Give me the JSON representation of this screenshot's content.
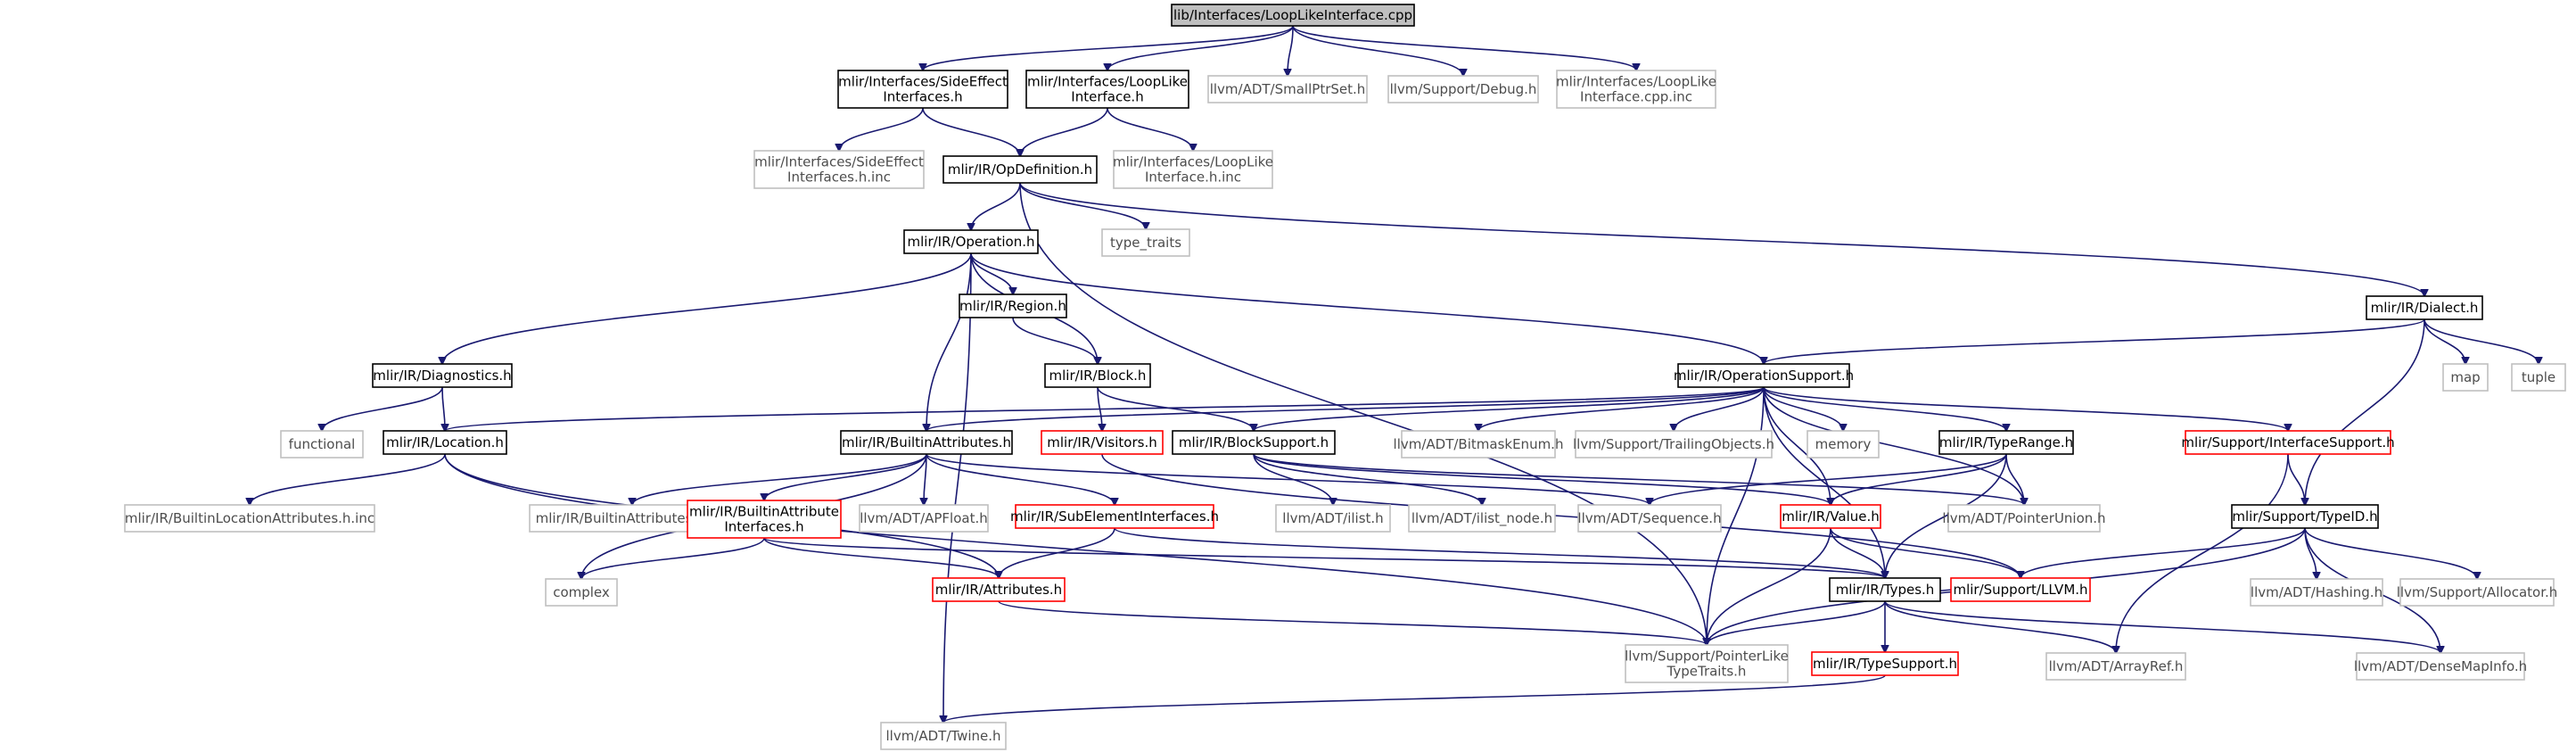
{
  "colors": {
    "edge": "#191970",
    "header_fill": "#bfbfbf",
    "normal_border": "#000000",
    "doc_border": "#ff0000",
    "external_border": "#bfbfbf",
    "normal_text": "#000000",
    "external_text": "#4d4d4d"
  },
  "nodes": [
    {
      "id": "root",
      "lines": [
        "lib/Interfaces/LoopLikeInterface.cpp"
      ],
      "kind": "header"
    },
    {
      "id": "se_h",
      "lines": [
        "mlir/Interfaces/SideEffect",
        "Interfaces.h"
      ],
      "kind": "normal"
    },
    {
      "id": "ll_h",
      "lines": [
        "mlir/Interfaces/LoopLike",
        "Interface.h"
      ],
      "kind": "normal"
    },
    {
      "id": "smallptr",
      "lines": [
        "llvm/ADT/SmallPtrSet.h"
      ],
      "kind": "external"
    },
    {
      "id": "debug",
      "lines": [
        "llvm/Support/Debug.h"
      ],
      "kind": "external"
    },
    {
      "id": "ll_inc",
      "lines": [
        "mlir/Interfaces/LoopLike",
        "Interface.cpp.inc"
      ],
      "kind": "external"
    },
    {
      "id": "se_inc",
      "lines": [
        "mlir/Interfaces/SideEffect",
        "Interfaces.h.inc"
      ],
      "kind": "external"
    },
    {
      "id": "opdef",
      "lines": [
        "mlir/IR/OpDefinition.h"
      ],
      "kind": "normal"
    },
    {
      "id": "llh_inc",
      "lines": [
        "mlir/Interfaces/LoopLike",
        "Interface.h.inc"
      ],
      "kind": "external"
    },
    {
      "id": "type_traits",
      "lines": [
        "type_traits"
      ],
      "kind": "external"
    },
    {
      "id": "operation",
      "lines": [
        "mlir/IR/Operation.h"
      ],
      "kind": "normal"
    },
    {
      "id": "region",
      "lines": [
        "mlir/IR/Region.h"
      ],
      "kind": "normal"
    },
    {
      "id": "dialect",
      "lines": [
        "mlir/IR/Dialect.h"
      ],
      "kind": "normal"
    },
    {
      "id": "diagnostics",
      "lines": [
        "mlir/IR/Diagnostics.h"
      ],
      "kind": "normal"
    },
    {
      "id": "block",
      "lines": [
        "mlir/IR/Block.h"
      ],
      "kind": "normal"
    },
    {
      "id": "opsupport",
      "lines": [
        "mlir/IR/OperationSupport.h"
      ],
      "kind": "normal"
    },
    {
      "id": "map",
      "lines": [
        "map"
      ],
      "kind": "external"
    },
    {
      "id": "tuple",
      "lines": [
        "tuple"
      ],
      "kind": "external"
    },
    {
      "id": "functional",
      "lines": [
        "functional"
      ],
      "kind": "external"
    },
    {
      "id": "location",
      "lines": [
        "mlir/IR/Location.h"
      ],
      "kind": "normal"
    },
    {
      "id": "builtinattr",
      "lines": [
        "mlir/IR/BuiltinAttributes.h"
      ],
      "kind": "normal"
    },
    {
      "id": "visitors",
      "lines": [
        "mlir/IR/Visitors.h"
      ],
      "kind": "doc"
    },
    {
      "id": "blocksupport",
      "lines": [
        "mlir/IR/BlockSupport.h"
      ],
      "kind": "normal"
    },
    {
      "id": "bitmask",
      "lines": [
        "llvm/ADT/BitmaskEnum.h"
      ],
      "kind": "external"
    },
    {
      "id": "trailing",
      "lines": [
        "llvm/Support/TrailingObjects.h"
      ],
      "kind": "external"
    },
    {
      "id": "memory",
      "lines": [
        "memory"
      ],
      "kind": "external"
    },
    {
      "id": "typerange",
      "lines": [
        "mlir/IR/TypeRange.h"
      ],
      "kind": "normal"
    },
    {
      "id": "ifacesupport",
      "lines": [
        "mlir/Support/InterfaceSupport.h"
      ],
      "kind": "doc"
    },
    {
      "id": "bla_inc",
      "lines": [
        "mlir/IR/BuiltinLocationAttributes.h.inc"
      ],
      "kind": "external"
    },
    {
      "id": "ba_inc",
      "lines": [
        "mlir/IR/BuiltinAttributes.h.inc"
      ],
      "kind": "external"
    },
    {
      "id": "baif",
      "lines": [
        "mlir/IR/BuiltinAttribute",
        "Interfaces.h"
      ],
      "kind": "doc"
    },
    {
      "id": "apfloat",
      "lines": [
        "llvm/ADT/APFloat.h"
      ],
      "kind": "external"
    },
    {
      "id": "subelem",
      "lines": [
        "mlir/IR/SubElementInterfaces.h"
      ],
      "kind": "doc"
    },
    {
      "id": "ilist",
      "lines": [
        "llvm/ADT/ilist.h"
      ],
      "kind": "external"
    },
    {
      "id": "ilistnode",
      "lines": [
        "llvm/ADT/ilist_node.h"
      ],
      "kind": "external"
    },
    {
      "id": "sequence",
      "lines": [
        "llvm/ADT/Sequence.h"
      ],
      "kind": "external"
    },
    {
      "id": "value",
      "lines": [
        "mlir/IR/Value.h"
      ],
      "kind": "doc"
    },
    {
      "id": "ptrunion",
      "lines": [
        "llvm/ADT/PointerUnion.h"
      ],
      "kind": "external"
    },
    {
      "id": "typeid",
      "lines": [
        "mlir/Support/TypeID.h"
      ],
      "kind": "normal"
    },
    {
      "id": "complex",
      "lines": [
        "complex"
      ],
      "kind": "external"
    },
    {
      "id": "attributes",
      "lines": [
        "mlir/IR/Attributes.h"
      ],
      "kind": "doc"
    },
    {
      "id": "types",
      "lines": [
        "mlir/IR/Types.h"
      ],
      "kind": "normal"
    },
    {
      "id": "llvmh",
      "lines": [
        "mlir/Support/LLVM.h"
      ],
      "kind": "doc"
    },
    {
      "id": "hashing",
      "lines": [
        "llvm/ADT/Hashing.h"
      ],
      "kind": "external"
    },
    {
      "id": "allocator",
      "lines": [
        "llvm/Support/Allocator.h"
      ],
      "kind": "external"
    },
    {
      "id": "ptrlike",
      "lines": [
        "llvm/Support/PointerLike",
        "TypeTraits.h"
      ],
      "kind": "external"
    },
    {
      "id": "typesupport",
      "lines": [
        "mlir/IR/TypeSupport.h"
      ],
      "kind": "doc"
    },
    {
      "id": "arrayref",
      "lines": [
        "llvm/ADT/ArrayRef.h"
      ],
      "kind": "external"
    },
    {
      "id": "densemapinfo",
      "lines": [
        "llvm/ADT/DenseMapInfo.h"
      ],
      "kind": "external"
    },
    {
      "id": "twine",
      "lines": [
        "llvm/ADT/Twine.h"
      ],
      "kind": "external"
    }
  ],
  "edges": [
    [
      "root",
      "se_h"
    ],
    [
      "root",
      "ll_h"
    ],
    [
      "root",
      "smallptr"
    ],
    [
      "root",
      "debug"
    ],
    [
      "root",
      "ll_inc"
    ],
    [
      "se_h",
      "se_inc"
    ],
    [
      "se_h",
      "opdef"
    ],
    [
      "ll_h",
      "opdef"
    ],
    [
      "ll_h",
      "llh_inc"
    ],
    [
      "opdef",
      "operation"
    ],
    [
      "opdef",
      "type_traits"
    ],
    [
      "opdef",
      "dialect"
    ],
    [
      "opdef",
      "ptrlike"
    ],
    [
      "operation",
      "region"
    ],
    [
      "operation",
      "block"
    ],
    [
      "operation",
      "diagnostics"
    ],
    [
      "operation",
      "opsupport"
    ],
    [
      "operation",
      "builtinattr"
    ],
    [
      "operation",
      "twine"
    ],
    [
      "region",
      "block"
    ],
    [
      "dialect",
      "opsupport"
    ],
    [
      "dialect",
      "map"
    ],
    [
      "dialect",
      "tuple"
    ],
    [
      "dialect",
      "typeid"
    ],
    [
      "diagnostics",
      "functional"
    ],
    [
      "diagnostics",
      "location"
    ],
    [
      "block",
      "visitors"
    ],
    [
      "block",
      "blocksupport"
    ],
    [
      "opsupport",
      "location"
    ],
    [
      "opsupport",
      "builtinattr"
    ],
    [
      "opsupport",
      "blocksupport"
    ],
    [
      "opsupport",
      "bitmask"
    ],
    [
      "opsupport",
      "trailing"
    ],
    [
      "opsupport",
      "memory"
    ],
    [
      "opsupport",
      "typerange"
    ],
    [
      "opsupport",
      "ifacesupport"
    ],
    [
      "opsupport",
      "value"
    ],
    [
      "opsupport",
      "ptrunion"
    ],
    [
      "opsupport",
      "types"
    ],
    [
      "opsupport",
      "ptrlike"
    ],
    [
      "location",
      "bla_inc"
    ],
    [
      "location",
      "attributes"
    ],
    [
      "location",
      "ptrlike"
    ],
    [
      "builtinattr",
      "ba_inc"
    ],
    [
      "builtinattr",
      "baif"
    ],
    [
      "builtinattr",
      "apfloat"
    ],
    [
      "builtinattr",
      "subelem"
    ],
    [
      "builtinattr",
      "complex"
    ],
    [
      "builtinattr",
      "sequence"
    ],
    [
      "visitors",
      "llvmh"
    ],
    [
      "blocksupport",
      "ilist"
    ],
    [
      "blocksupport",
      "ilistnode"
    ],
    [
      "blocksupport",
      "value"
    ],
    [
      "blocksupport",
      "ptrunion"
    ],
    [
      "typerange",
      "sequence"
    ],
    [
      "typerange",
      "value"
    ],
    [
      "typerange",
      "ptrunion"
    ],
    [
      "typerange",
      "types"
    ],
    [
      "ifacesupport",
      "typeid"
    ],
    [
      "ifacesupport",
      "arrayref"
    ],
    [
      "baif",
      "complex"
    ],
    [
      "baif",
      "attributes"
    ],
    [
      "baif",
      "types"
    ],
    [
      "subelem",
      "attributes"
    ],
    [
      "subelem",
      "types"
    ],
    [
      "value",
      "types"
    ],
    [
      "value",
      "llvmh"
    ],
    [
      "value",
      "ptrlike"
    ],
    [
      "typeid",
      "llvmh"
    ],
    [
      "typeid",
      "hashing"
    ],
    [
      "typeid",
      "allocator"
    ],
    [
      "typeid",
      "ptrlike"
    ],
    [
      "typeid",
      "densemapinfo"
    ],
    [
      "attributes",
      "ptrlike"
    ],
    [
      "types",
      "llvmh"
    ],
    [
      "types",
      "typesupport"
    ],
    [
      "types",
      "arrayref"
    ],
    [
      "types",
      "densemapinfo"
    ],
    [
      "types",
      "ptrlike"
    ],
    [
      "typesupport",
      "twine"
    ]
  ]
}
